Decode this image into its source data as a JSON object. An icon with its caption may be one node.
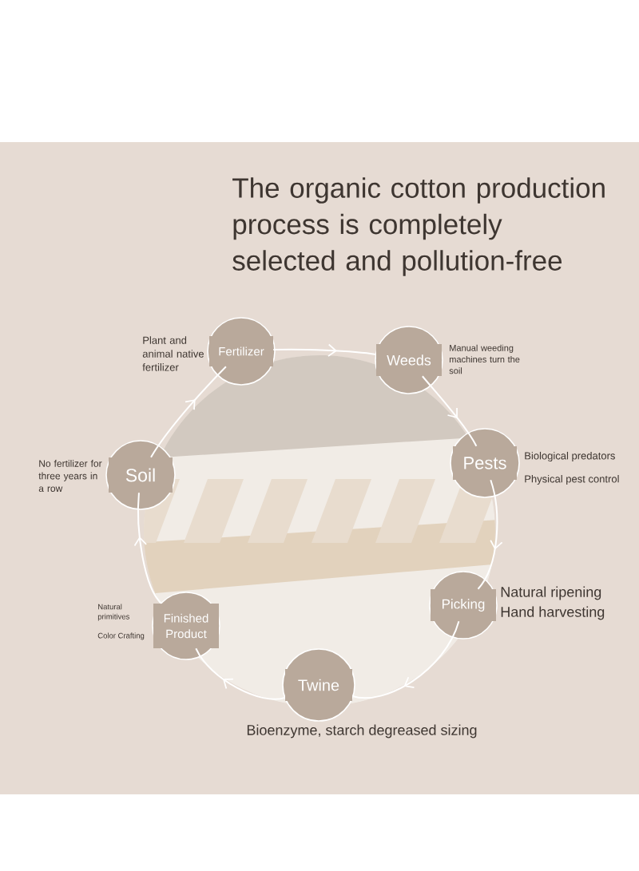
{
  "diagram": {
    "title": "The organic cotton production process is completely selected and pollution-free",
    "nodes": [
      {
        "text": [
          "Fertilizer"
        ],
        "beside": [
          "Plant and animal native fertilizer"
        ]
      },
      {
        "text": [
          "Weeds"
        ],
        "beside": [
          "Manual weeding machines turn the soil"
        ]
      },
      {
        "text": [
          "Pests"
        ],
        "beside": [
          "Biological predators",
          "Physical pest control"
        ]
      },
      {
        "text": [
          "Picking"
        ],
        "beside": [
          "Natural ripening",
          "Hand harvesting"
        ]
      },
      {
        "text": [
          "Twine"
        ],
        "beside": [
          "Bioenzyme, starch degreased sizing"
        ]
      },
      {
        "text": [
          "Finished Product"
        ],
        "beside": [
          "Natural primitives",
          "Color Crafting"
        ]
      },
      {
        "text": [
          "Soil"
        ],
        "beside": [
          "No fertilizer for three years in a row"
        ]
      }
    ],
    "edges": [
      {
        "from": 0,
        "to": 1,
        "arrow": "to"
      },
      {
        "from": 1,
        "to": 2,
        "arrow": "to"
      },
      {
        "from": 2,
        "to": 3,
        "arrow": "to"
      },
      {
        "from": 3,
        "to": 4,
        "arrow": "to"
      },
      {
        "from": 4,
        "to": 5,
        "arrow": "to"
      },
      {
        "from": 5,
        "to": 6,
        "arrow": "to"
      },
      {
        "from": 6,
        "to": 0,
        "arrow": "to"
      }
    ]
  }
}
